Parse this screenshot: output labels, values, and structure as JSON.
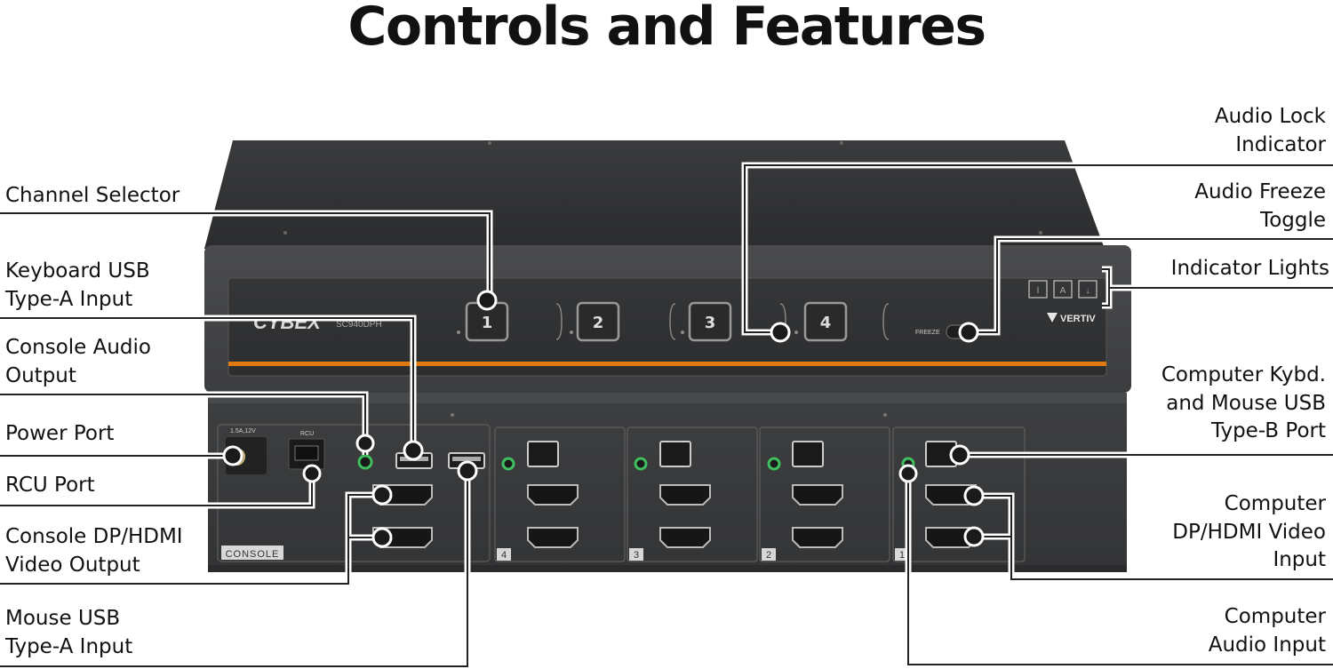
{
  "title": "Controls and Features",
  "device": {
    "brand": "CYBEX",
    "model": "SC940DPH",
    "maker": "VERTIV",
    "freeze_text": "FREEZE",
    "buttons": [
      "1",
      "2",
      "3",
      "4"
    ],
    "indicator_glyphs": [
      "I",
      "A",
      "↓"
    ],
    "console_tag": "CONSOLE",
    "rcu_tag": "RCU",
    "power_rating": "1.5A,12V",
    "port_numbers": [
      "4",
      "3",
      "2",
      "1"
    ],
    "accent_color": "#e07a10"
  },
  "labels": {
    "channel_selector": "Channel Selector",
    "keyboard_usb": [
      "Keyboard USB",
      "Type-A Input"
    ],
    "console_audio": [
      "Console Audio",
      "Output"
    ],
    "power_port": "Power Port",
    "rcu_port": "RCU Port",
    "console_video": [
      "Console DP/HDMI",
      "Video Output"
    ],
    "mouse_usb": [
      "Mouse USB",
      "Type-A Input"
    ],
    "audio_lock": [
      "Audio Lock",
      "Indicator"
    ],
    "audio_freeze": [
      "Audio Freeze",
      "Toggle"
    ],
    "indicator_lights": "Indicator Lights",
    "computer_usb": [
      "Computer Kybd.",
      "and Mouse USB",
      "Type-B  Port"
    ],
    "computer_video": [
      "Computer",
      "DP/HDMI Video",
      "Input"
    ],
    "computer_audio": [
      "Computer",
      "Audio Input"
    ]
  }
}
